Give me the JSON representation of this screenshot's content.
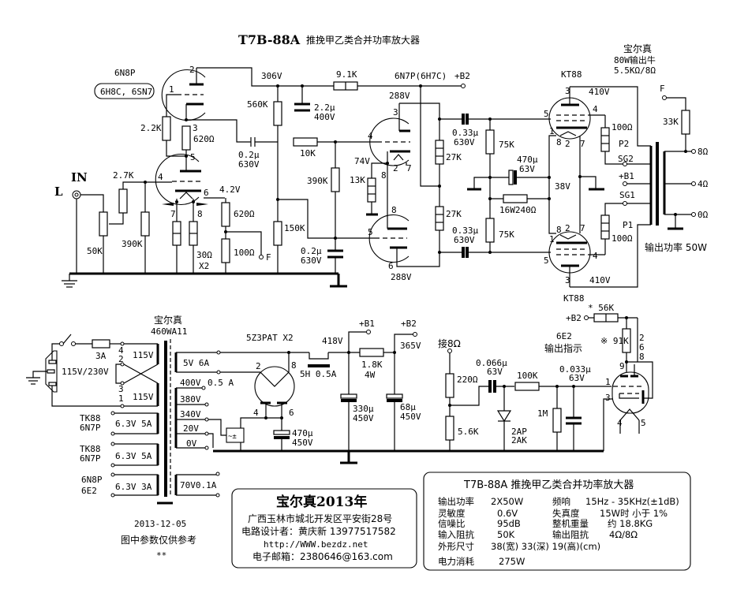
{
  "title": {
    "model": "T7B-88A",
    "name": "推挽甲乙类合并功率放大器"
  },
  "input": {
    "label": "IN",
    "channel": "L"
  },
  "stage1": {
    "tube": "6N8P",
    "alt": "6H8C, 6SN7",
    "pins": {
      "p1": "1",
      "p2": "2",
      "p3": "3",
      "p4": "4",
      "p5": "5",
      "p6": "6",
      "p7": "7",
      "p8": "8"
    },
    "r_grid": "2.2K",
    "r_mid": "620Ω",
    "r_in": "2.7K",
    "pot": "50K",
    "r_grid2": "390K",
    "r_heat": "30Ω",
    "heat_mult": "X2",
    "v_cath": "4.2V",
    "r_k1": "620Ω",
    "r_k2": "100Ω",
    "fb": "F",
    "c_couple": "0.2μ",
    "c_couple_v": "630V"
  },
  "stage2": {
    "v_b": "306V",
    "r_drop": "9.1K",
    "c_dec": "2.2μ",
    "c_dec_v": "400V",
    "r_560": "560K",
    "r_150": "150K",
    "r_10k": "10K",
    "r_390": "390K",
    "c_02": "0.2μ",
    "c_02_v": "630V",
    "tube": "6N7P(6H7C)",
    "b2": "+B2",
    "v_plate_top": "288V",
    "v_plate_bot": "288V",
    "v_k": "74V",
    "r_k": "13K",
    "r_load1": "27K",
    "r_load2": "27K",
    "pins": {
      "p3": "3",
      "p4": "4",
      "p8": "8",
      "p2": "2",
      "p7": "7",
      "p8b": "8",
      "p5": "5",
      "p6": "6"
    }
  },
  "output_stage": {
    "tube_top": "KT88",
    "tube_bot": "KT88",
    "v_top": "410V",
    "v_bot": "410V",
    "c_top": "0.33μ",
    "c_top_v": "630V",
    "c_bot": "0.33μ",
    "c_bot_v": "630V",
    "r_g1": "75K",
    "r_g2": "75K",
    "c_k": "470μ",
    "c_k_v": "63V",
    "v_k": "38V",
    "r_k": "16W240Ω",
    "r_sg1": "100Ω",
    "r_sg2": "100Ω",
    "taps": {
      "p2": "P2",
      "sg2": "SG2",
      "b1": "+B1",
      "sg1": "SG1",
      "p1": "P1"
    },
    "pins": {
      "p3": "3",
      "p4": "4",
      "p5": "5",
      "p1": "1",
      "p8": "8",
      "p2": "2",
      "p7": "7"
    }
  },
  "transformer_out": {
    "brand": "宝尔真",
    "model": "80W输出牛",
    "impedance": "5.5KΩ/8Ω",
    "fb": "F",
    "r_fb": "33K",
    "taps": [
      "8Ω",
      "4Ω",
      "0Ω"
    ],
    "power": "输出功率 50W"
  },
  "power_transformer": {
    "brand": "宝尔真",
    "model": "460WA11",
    "fuse": "3A",
    "mains": "115V/230V",
    "pri": [
      "115V",
      "115V"
    ],
    "pri_pins": [
      "4",
      "2",
      "3",
      "1"
    ],
    "heaters": [
      {
        "label1": "TK88",
        "label2": "6N7P",
        "spec": "6.3V 5A"
      },
      {
        "label1": "TK88",
        "label2": "6N7P",
        "spec": "6.3V 5A"
      },
      {
        "label1": "6N8P",
        "label2": "6E2",
        "spec": "6.3V 3A"
      }
    ],
    "sec_5v": "5V 6A",
    "hv": [
      "400V",
      "380V",
      "340V",
      "20V",
      "0V"
    ],
    "hv_current": "0.5 A",
    "aux": "70V0.1A"
  },
  "rectifier": {
    "tube": "5Z3PAT X2",
    "pins": {
      "p2": "2",
      "p8": "8",
      "p4": "4",
      "p6": "6"
    },
    "c_in": "470μ",
    "c_in_v": "450V",
    "choke": "5H 0.5A",
    "v_b1": "418V",
    "b1": "+B1",
    "r_drop": "1.8K",
    "r_drop_w": "4W",
    "b2": "+B2",
    "v_b2": "365V",
    "c1": "330μ",
    "c1_v": "450V",
    "c2": "68μ",
    "c2_v": "450V"
  },
  "indicator": {
    "tap": "接8Ω",
    "r1": "220Ω",
    "r2": "5.6K",
    "c1": "0.066μ",
    "c1_v": "63V",
    "diode": [
      "2AP",
      "2AK"
    ],
    "r3": "100K",
    "r4": "1M",
    "c2": "0.033μ",
    "c2_v": "63V",
    "tube": "6E2",
    "desc": "输出指示",
    "b2": "+B2",
    "r5": "* 56K",
    "r6": "※ 91K",
    "pins_side": [
      "2",
      "6",
      "8"
    ],
    "pins": {
      "p9": "9",
      "p1": "1",
      "p3": "3",
      "p4": "4",
      "p5": "5"
    }
  },
  "notes": {
    "date": "2013-12-05",
    "disclaimer": "图中参数仅供参考",
    "stars": "**"
  },
  "credits": {
    "headline": "宝尔真2013年",
    "address": "广西玉林市城北开发区平安街28号",
    "designer": "电路设计者：黄庆新  13977517582",
    "url": "http://WWW.bezdz.net",
    "email": "电子邮箱：2380646@163.com"
  },
  "specs": {
    "title": "T7B-88A 推挽甲乙类合并功率放大器",
    "rows": [
      {
        "k1": "输出功率",
        "v1": "2X50W",
        "k2": "频响",
        "v2": "15Hz - 35KHz(±1dB)"
      },
      {
        "k1": "灵敏度",
        "v1": "0.6V",
        "k2": "失真度",
        "v2": "15W时 小于 1%"
      },
      {
        "k1": "信噪比",
        "v1": "95dB",
        "k2": "整机重量",
        "v2": "约 18.8KG"
      },
      {
        "k1": "输入阻抗",
        "v1": "50K",
        "k2": "输出阻抗",
        "v2": "4Ω/8Ω"
      }
    ],
    "size_k": "外形尺寸",
    "size_v": "38(宽) 33(深) 19(高)(cm)",
    "power_k": "电力消耗",
    "power_v": "275W"
  }
}
